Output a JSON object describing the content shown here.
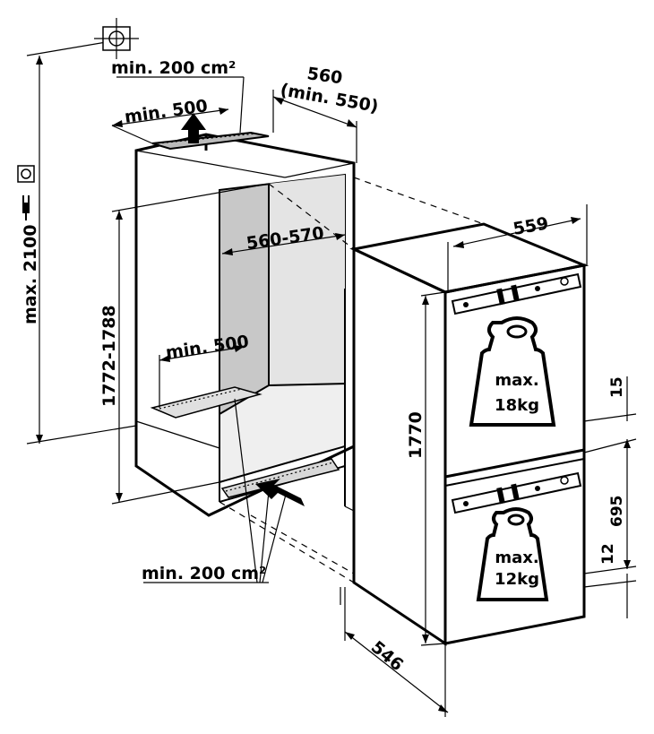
{
  "diagram": {
    "labels": {
      "top_vent_area": "min. 200 cm²",
      "top_vent_width": "min. 500",
      "niche_depth": "560",
      "niche_depth_min": "(min. 550)",
      "max_height": "max. 2100",
      "niche_height": "1772-1788",
      "niche_width": "560-570",
      "bottom_vent_width": "min. 500",
      "bottom_vent_area": "min. 200 cm²",
      "appliance_width": "559",
      "appliance_height": "1770",
      "appliance_depth": "546",
      "dim_15": "15",
      "dim_695": "695",
      "dim_12": "12"
    },
    "weights": {
      "upper_line1": "max.",
      "upper_line2": "18kg",
      "lower_line1": "max.",
      "lower_line2": "12kg"
    }
  }
}
